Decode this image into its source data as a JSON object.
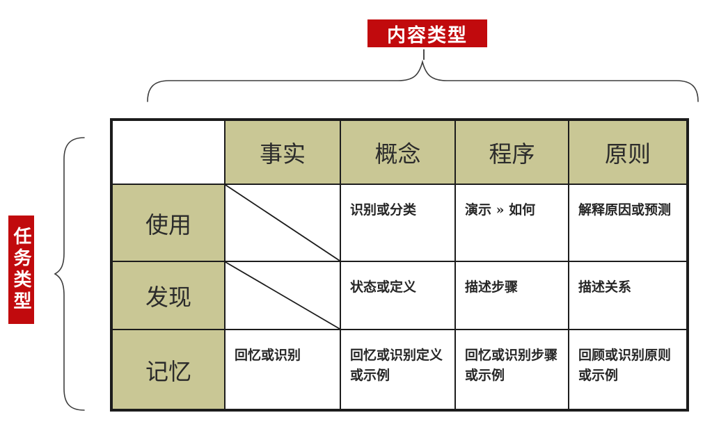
{
  "colors": {
    "accent_red": "#c10a0d",
    "header_fill": "#c9c795",
    "border": "#1c1c1c"
  },
  "labels": {
    "top_axis": "内容类型",
    "left_axis": "任务类型"
  },
  "matrix": {
    "column_headers": [
      "事实",
      "概念",
      "程序",
      "原则"
    ],
    "rows": [
      {
        "header": "使用",
        "cells": [
          "",
          "识别或分类",
          "演示 » 如何",
          "解释原因或预测"
        ],
        "diagonal_cell_index": 0
      },
      {
        "header": "发现",
        "cells": [
          "",
          "状态或定义",
          "描述步骤",
          "描述关系"
        ],
        "diagonal_cell_index": 0
      },
      {
        "header": "记忆",
        "cells": [
          "回忆或识别",
          "回忆或识别定义或示例",
          "回忆或识别步骤或示例",
          "回顾或识别原则或示例"
        ],
        "diagonal_cell_index": null
      }
    ]
  }
}
